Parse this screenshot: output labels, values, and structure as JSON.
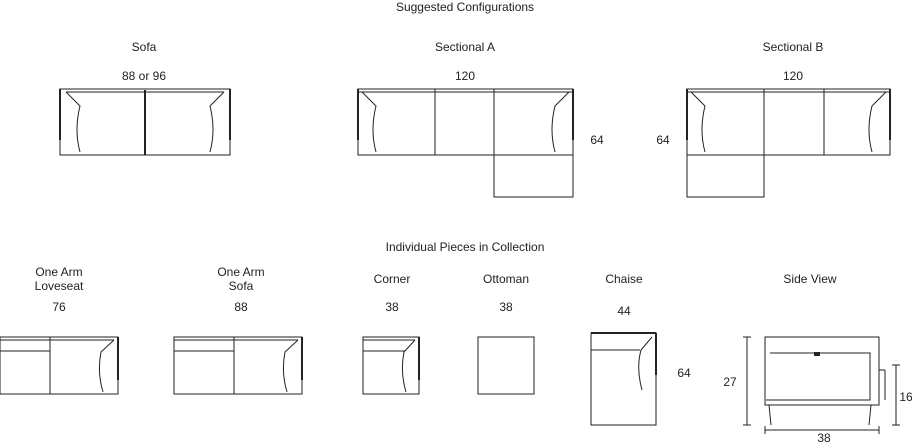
{
  "header": {
    "title": "Suggested Configurations"
  },
  "configurations": [
    {
      "id": "sofa",
      "name": "Sofa",
      "width": "88 or 96"
    },
    {
      "id": "sectional-a",
      "name": "Sectional A",
      "width": "120",
      "depth": "64"
    },
    {
      "id": "sectional-b",
      "name": "Sectional B",
      "width": "120",
      "depth": "64"
    }
  ],
  "pieces_header": {
    "title": "Individual Pieces in Collection"
  },
  "pieces": [
    {
      "id": "one-arm-loveseat",
      "name_line1": "One Arm",
      "name_line2": "Loveseat",
      "width": "76"
    },
    {
      "id": "one-arm-sofa",
      "name_line1": "One Arm",
      "name_line2": "Sofa",
      "width": "88"
    },
    {
      "id": "corner",
      "name_line1": "Corner",
      "width": "38"
    },
    {
      "id": "ottoman",
      "name_line1": "Ottoman",
      "width": "38"
    },
    {
      "id": "chaise",
      "name_line1": "Chaise",
      "width": "44",
      "depth": "64"
    },
    {
      "id": "side-view",
      "name_line1": "Side View",
      "height": "27",
      "seat_height": "16",
      "depth": "38"
    }
  ]
}
